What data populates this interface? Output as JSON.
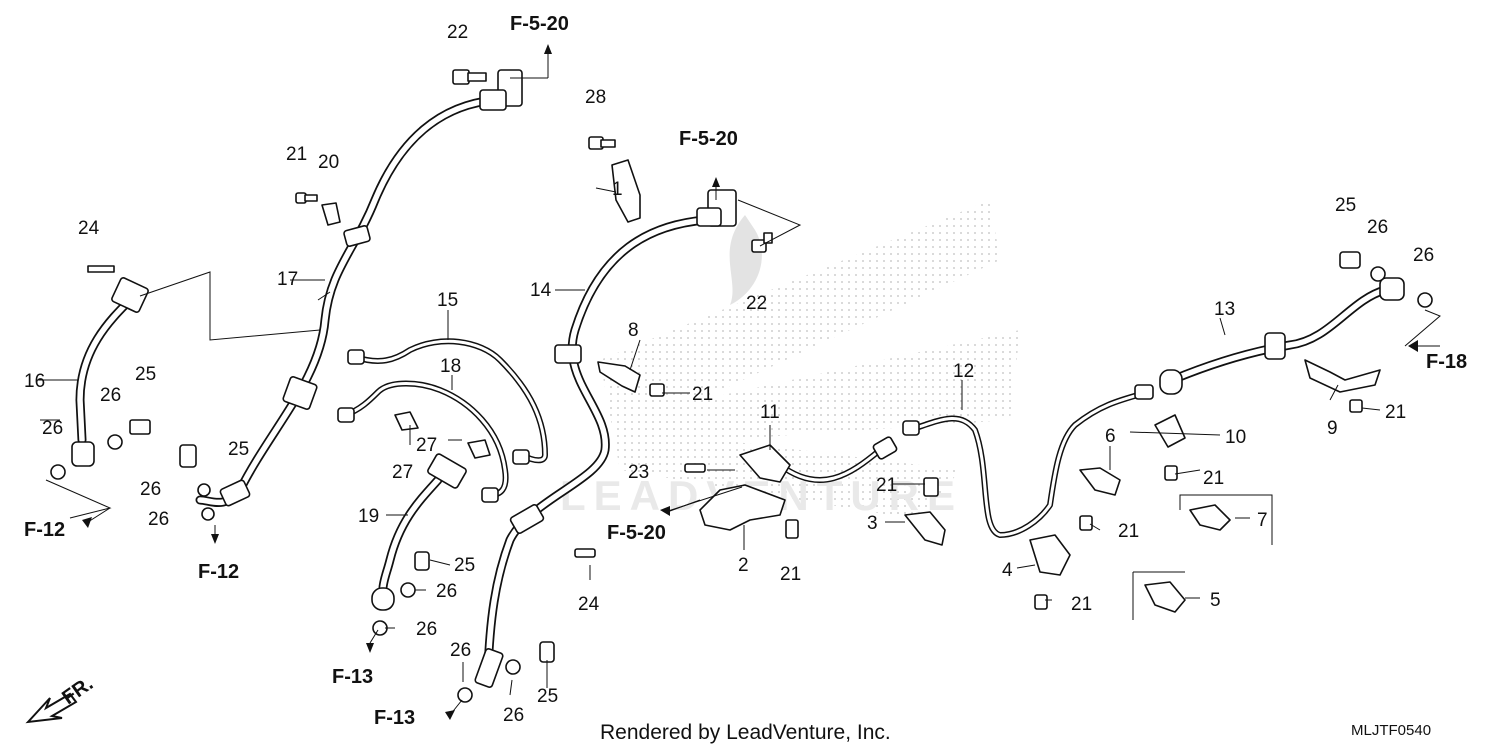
{
  "diagram": {
    "drawing_code": "MLJTF0540",
    "credit": "Rendered by LeadVenture, Inc.",
    "direction_marker": "FR.",
    "watermark_text": "LEADVENTURE",
    "part_numbers": {
      "p1": "1",
      "p2": "2",
      "p3": "3",
      "p4": "4",
      "p5": "5",
      "p6": "6",
      "p7": "7",
      "p8": "8",
      "p9": "9",
      "p10": "10",
      "p11": "11",
      "p12": "12",
      "p13": "13",
      "p14": "14",
      "p15": "15",
      "p16": "16",
      "p17": "17",
      "p18": "18",
      "p19": "19",
      "p20": "20",
      "p21": "21",
      "p22": "22",
      "p23": "23",
      "p24": "24",
      "p25": "25",
      "p26": "26",
      "p27": "27",
      "p28": "28"
    },
    "references": {
      "f520": "F-5-20",
      "f12": "F-12",
      "f13": "F-13",
      "f18": "F-18"
    }
  }
}
